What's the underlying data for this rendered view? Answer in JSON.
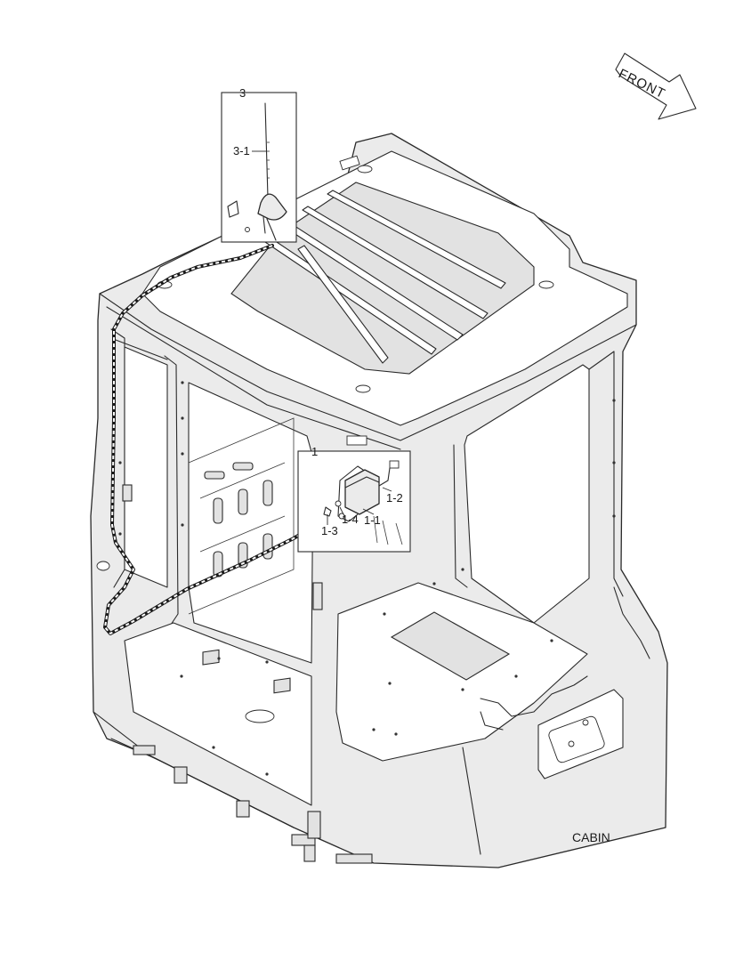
{
  "diagram": {
    "callouts": {
      "antenna_group": "3",
      "antenna": "3-1",
      "radio_group": "1",
      "radio_bracket": "1-2",
      "radio_unit": "1-1",
      "radio_screw": "1-4",
      "radio_nut": "1-3"
    },
    "direction_label": "FRONT",
    "caption": "CABIN"
  }
}
